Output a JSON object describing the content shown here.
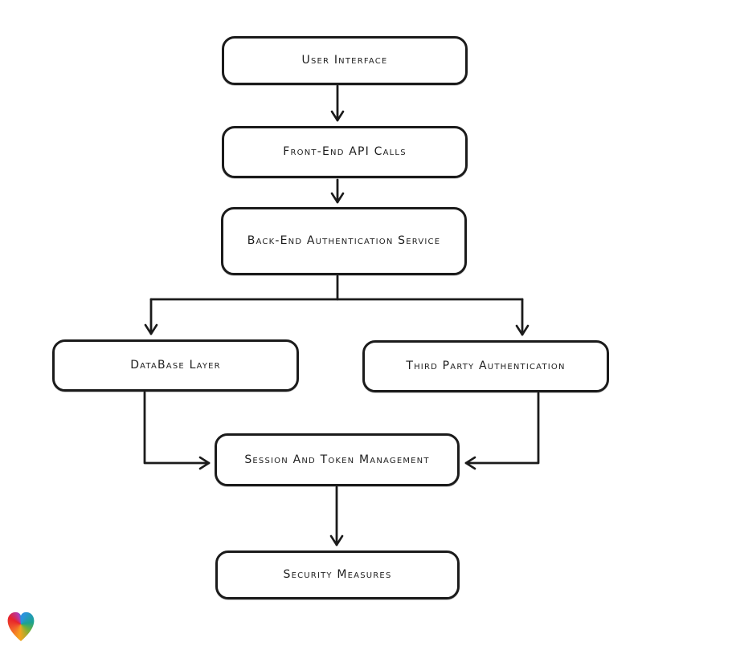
{
  "diagram": {
    "type": "flowchart",
    "style": "hand-drawn",
    "colors": {
      "background": "#ffffff",
      "node_fill": "#ffffff",
      "stroke": "#1b1b1b",
      "text": "#1e1e1e"
    },
    "nodes": [
      {
        "id": "user-interface",
        "label": "User Interface"
      },
      {
        "id": "front-end-api-calls",
        "label": "Front-End API Calls"
      },
      {
        "id": "back-end-authentication-service",
        "label": "Back-End Authentication Service"
      },
      {
        "id": "database-layer",
        "label": "DataBase Layer"
      },
      {
        "id": "third-party-authentication",
        "label": "Third Party Authentication"
      },
      {
        "id": "session-and-token-management",
        "label": "Session And Token Management"
      },
      {
        "id": "security-measures",
        "label": "Security Measures"
      }
    ],
    "edges": [
      {
        "from": "user-interface",
        "to": "front-end-api-calls"
      },
      {
        "from": "front-end-api-calls",
        "to": "back-end-authentication-service"
      },
      {
        "from": "back-end-authentication-service",
        "to": "database-layer"
      },
      {
        "from": "back-end-authentication-service",
        "to": "third-party-authentication"
      },
      {
        "from": "database-layer",
        "to": "session-and-token-management"
      },
      {
        "from": "third-party-authentication",
        "to": "session-and-token-management"
      },
      {
        "from": "session-and-token-management",
        "to": "security-measures"
      }
    ],
    "watermark": {
      "icon": "heart-gradient-logo",
      "colors": [
        "#e7232b",
        "#f6a21d",
        "#6fb13a",
        "#2a93dd"
      ]
    }
  }
}
